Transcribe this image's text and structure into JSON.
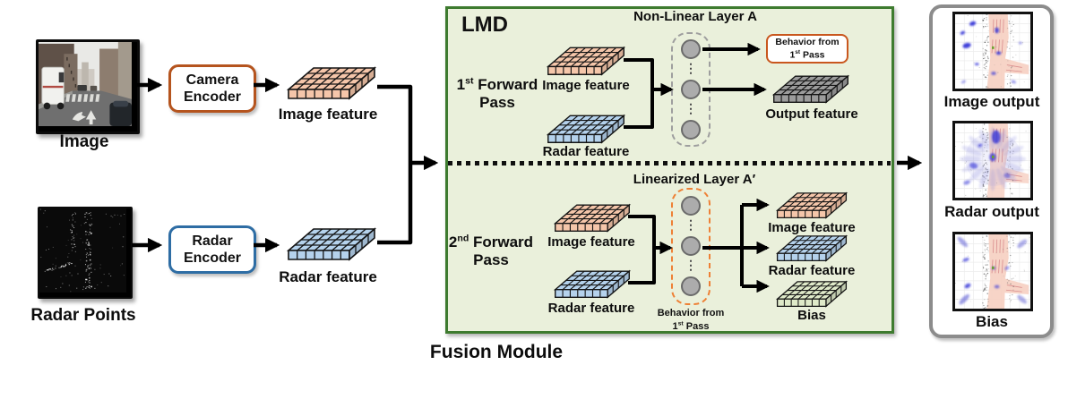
{
  "palette": {
    "green_box_fill": "#eaf0db",
    "green_box_border": "#3e7b2f",
    "camera_encoder_border": "#b5541e",
    "radar_encoder_border": "#2e6da4",
    "behavior_box_border": "#c9571e",
    "nonlinear_dash": "#9e9e9e",
    "linearized_dash": "#ee8035",
    "image_feature": "#f5c6aa",
    "radar_feature": "#b5d2ec",
    "output_feature": "#9c9c9c",
    "bias_feature": "#dfeac9",
    "arrow": "#000000"
  },
  "left": {
    "image_label": "Image",
    "radar_label": "Radar Points",
    "camera_encoder": {
      "line1": "Camera",
      "line2": "Encoder"
    },
    "radar_encoder": {
      "line1": "Radar",
      "line2": "Encoder"
    },
    "image_feature_label": "Image feature",
    "radar_feature_label": "Radar feature"
  },
  "lmd": {
    "title": "LMD",
    "caption": "Fusion Module",
    "pass1": {
      "num": "1",
      "sup": "st",
      "rest": " Forward",
      "line2": "Pass",
      "image_feature_label": "Image feature",
      "radar_feature_label": "Radar feature",
      "layer_title": "Non-Linear Layer A",
      "behavior": {
        "line1": "Behavior from",
        "num": "1",
        "sup": "st",
        "rest": " Pass"
      },
      "output_label": "Output feature"
    },
    "pass2": {
      "num": "2",
      "sup": "nd",
      "rest": " Forward",
      "line2": "Pass",
      "image_feature_label": "Image feature",
      "radar_feature_label": "Radar feature",
      "layer_title": "Linearized Layer A′",
      "behavior": {
        "line1": "Behavior from",
        "num": "1",
        "sup": "st",
        "rest": " Pass"
      },
      "out_image_label": "Image feature",
      "out_radar_label": "Radar feature",
      "out_bias_label": "Bias"
    }
  },
  "outputs": {
    "image_label": "Image output",
    "radar_label": "Radar output",
    "bias_label": "Bias"
  }
}
